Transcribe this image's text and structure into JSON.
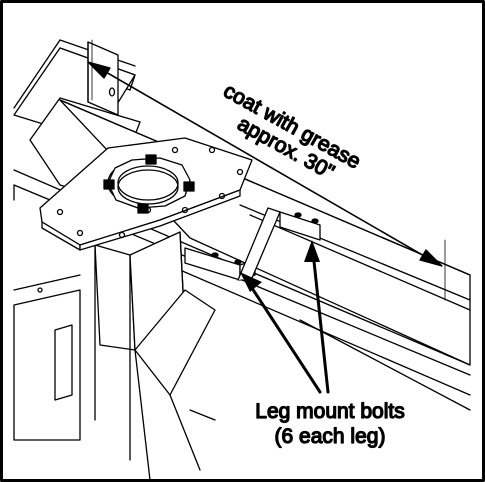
{
  "diagram": {
    "annotations": {
      "dimension_line1": "coat with grease",
      "dimension_line2": "approx. 30\"",
      "callout_line1": "Leg mount bolts",
      "callout_line2": "(6 each leg)"
    },
    "colors": {
      "line": "#000000",
      "background": "#ffffff"
    }
  }
}
